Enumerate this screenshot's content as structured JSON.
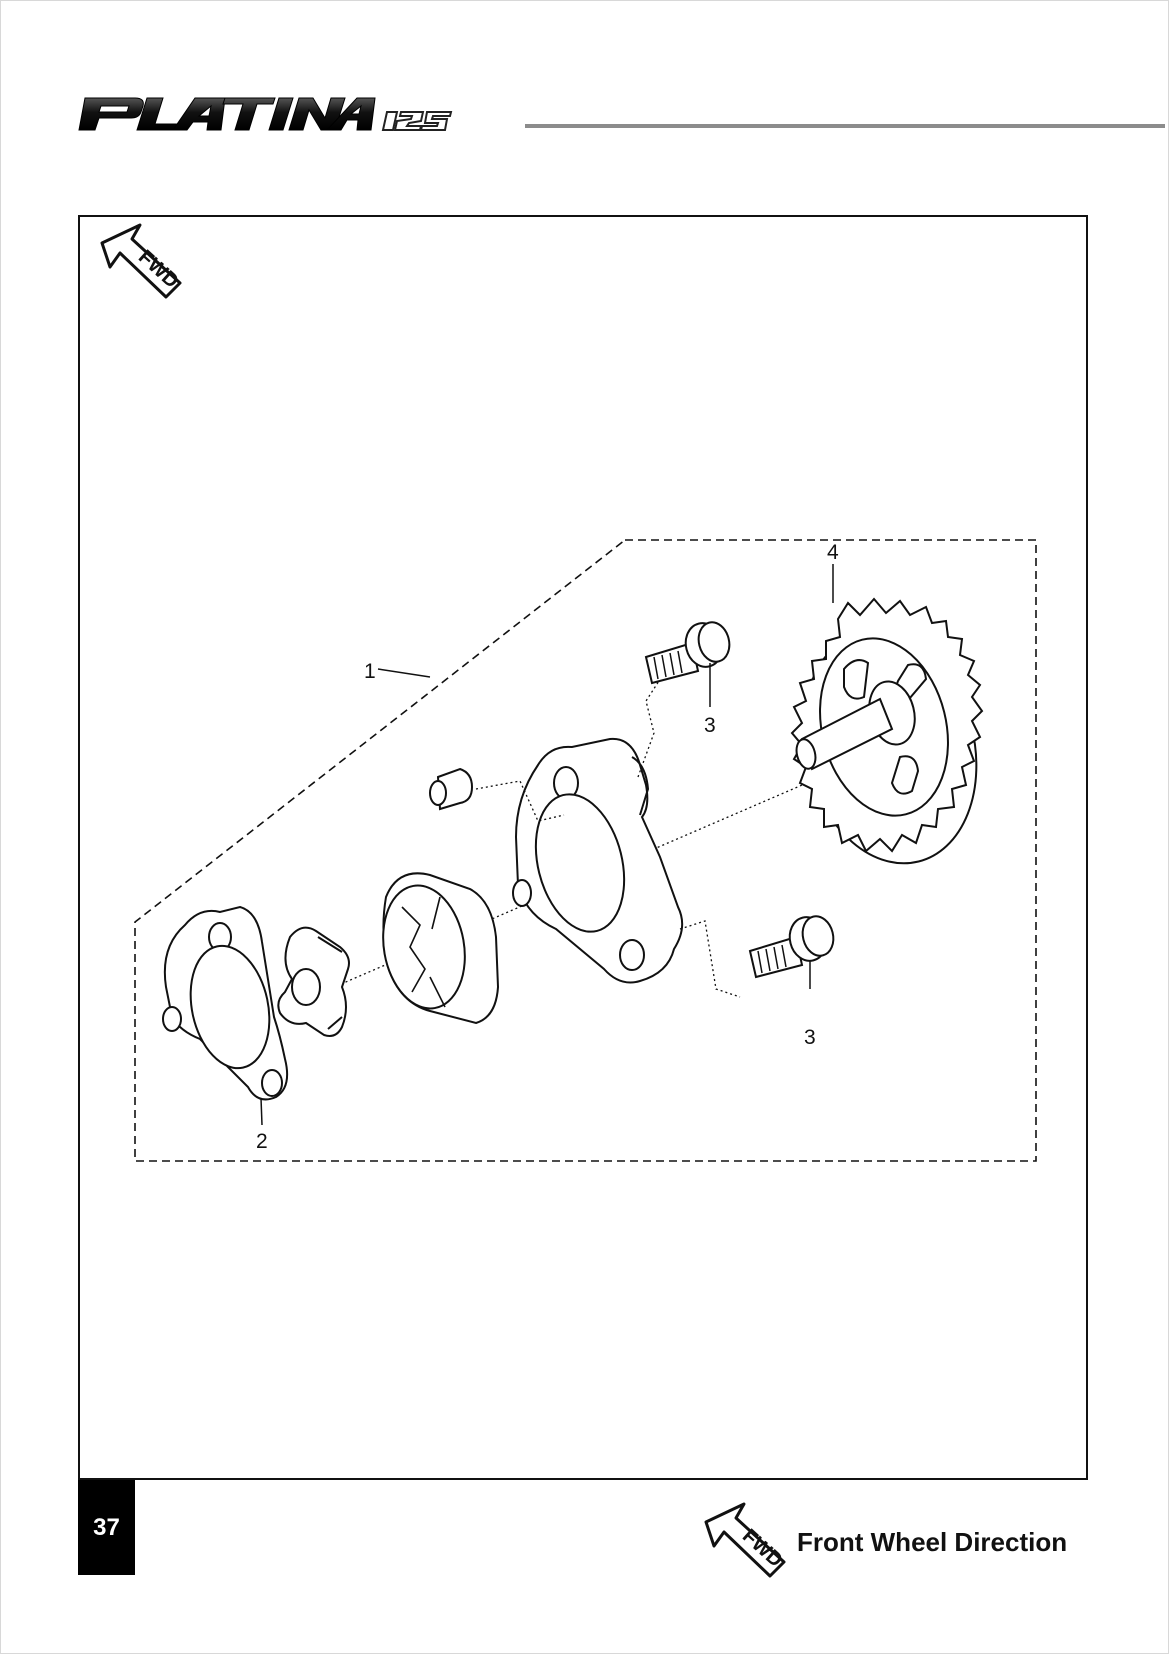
{
  "header": {
    "logo_text": "PLATINA 125",
    "rule_color": "#8c8c8c"
  },
  "figure": {
    "fwd_badge_text": "FWD",
    "callouts": [
      "1",
      "2",
      "3",
      "3",
      "4"
    ]
  },
  "footer": {
    "page_number": "37",
    "fwd_badge_text": "FWD",
    "legend_label": "Front Wheel Direction"
  },
  "colors": {
    "ink": "#111111",
    "page_number_bg": "#000000",
    "page_number_fg": "#ffffff"
  }
}
